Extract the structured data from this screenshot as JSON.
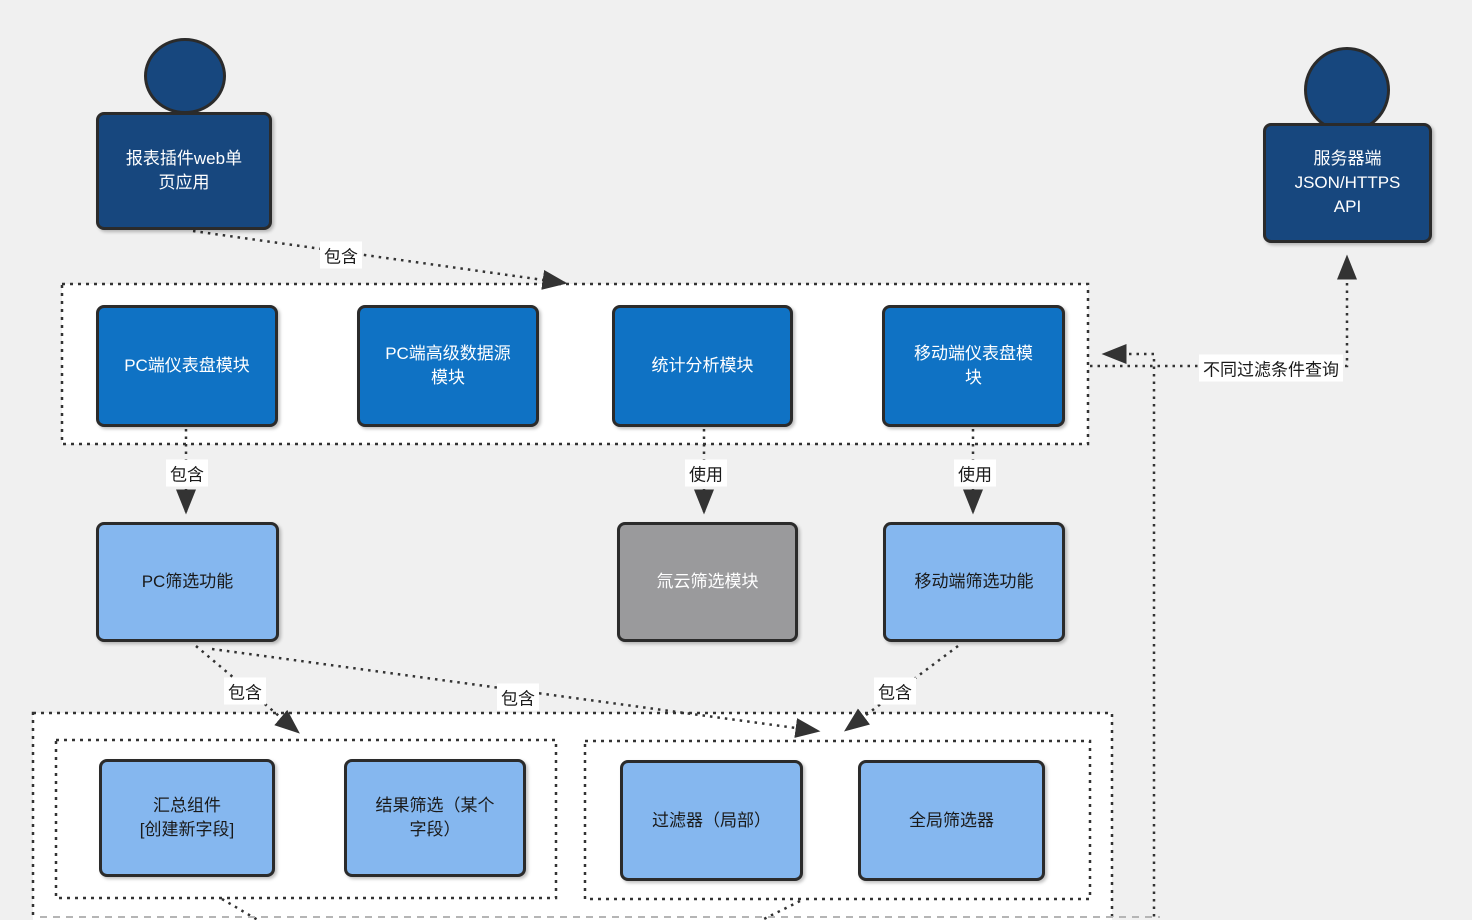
{
  "diagram": {
    "actors": {
      "web_app": {
        "label": "报表插件web单\n页应用"
      },
      "server_api": {
        "label": "服务器端\nJSON/HTTPS\nAPI"
      }
    },
    "modules": [
      {
        "label": "PC端仪表盘模块"
      },
      {
        "label": "PC端高级数据源\n模块"
      },
      {
        "label": "统计分析模块"
      },
      {
        "label": "移动端仪表盘模\n块"
      }
    ],
    "filters": [
      {
        "label": "PC筛选功能"
      },
      {
        "label": "氚云筛选模块"
      },
      {
        "label": "移动端筛选功能"
      }
    ],
    "bottom_left": [
      {
        "label": "汇总组件\n[创建新字段]"
      },
      {
        "label": "结果筛选（某个\n字段）"
      }
    ],
    "bottom_right": [
      {
        "label": "过滤器（局部）"
      },
      {
        "label": "全局筛选器"
      }
    ],
    "edge_labels": {
      "contain_top": "包含",
      "contain_pc": "包含",
      "use_stat": "使用",
      "use_mobile": "使用",
      "contain_bottom_left": "包含",
      "contain_bottom_mid": "包含",
      "contain_bottom_right": "包含",
      "query": "不同过滤条件查询"
    },
    "colors": {
      "background": "#f0f0f0",
      "actor_fill": "#17477E",
      "module_fill": "#0F72C4",
      "light_fill": "#85B7EF",
      "gray_fill": "#9A9A9C",
      "stroke": "#2b2b2b",
      "connector": "#333333"
    }
  }
}
